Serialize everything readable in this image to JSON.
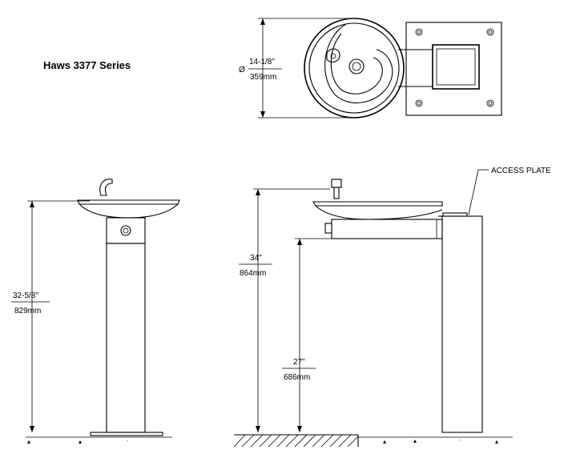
{
  "title": "Haws 3377 Series",
  "top_view": {
    "diameter_symbol": "Ø",
    "dim_imperial": "14-1/8\"",
    "dim_metric": "359mm"
  },
  "front_view": {
    "height_imperial": "32-5/8\"",
    "height_metric": "829mm"
  },
  "side_view": {
    "access_plate_label": "ACCESS PLATE",
    "height_imperial": "34\"",
    "height_metric": "864mm",
    "spout_height_imperial": "27\"",
    "spout_height_metric": "686mm"
  }
}
